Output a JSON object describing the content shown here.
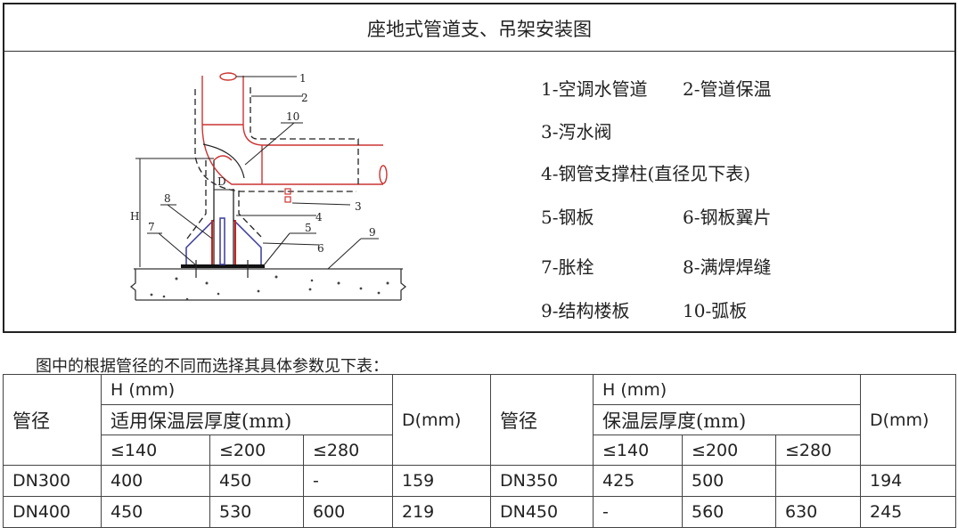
{
  "title": "座地式管道支、吊架安装图",
  "diagram": {
    "labels": [
      "1",
      "2",
      "3",
      "4",
      "5",
      "6",
      "7",
      "8",
      "9",
      "10"
    ],
    "dim_h": "H",
    "dim_d": "D"
  },
  "legend": [
    [
      "1-空调水管道",
      "2-管道保温"
    ],
    [
      "3-泻水阀",
      ""
    ],
    [
      "4-钢管支撑柱(直径见下表)",
      ""
    ],
    [
      "5-钢板",
      "6-钢板翼片"
    ],
    [
      "7-胀栓",
      "8-满焊焊缝"
    ],
    [
      "9-结构楼板",
      "10-弧板"
    ]
  ],
  "intro": "图中的根据管径的不同而选择其具体参数见下表：",
  "table": {
    "left": {
      "pipe": "管径",
      "h": "H (mm)",
      "thickness": "适用保温层厚度(mm)",
      "d": "D(mm)"
    },
    "right": {
      "pipe": "管径",
      "h": "H (mm)",
      "thickness": "保温层厚度(mm)",
      "d": "D(mm)"
    },
    "sub": [
      "≤140",
      "≤200",
      "≤280"
    ],
    "rows": [
      [
        "DN300",
        "400",
        "450",
        "-",
        "159",
        "DN350",
        "425",
        "500",
        "",
        "194"
      ],
      [
        "DN400",
        "450",
        "530",
        "600",
        "219",
        "DN450",
        "-",
        "560",
        "630",
        "245"
      ]
    ]
  }
}
